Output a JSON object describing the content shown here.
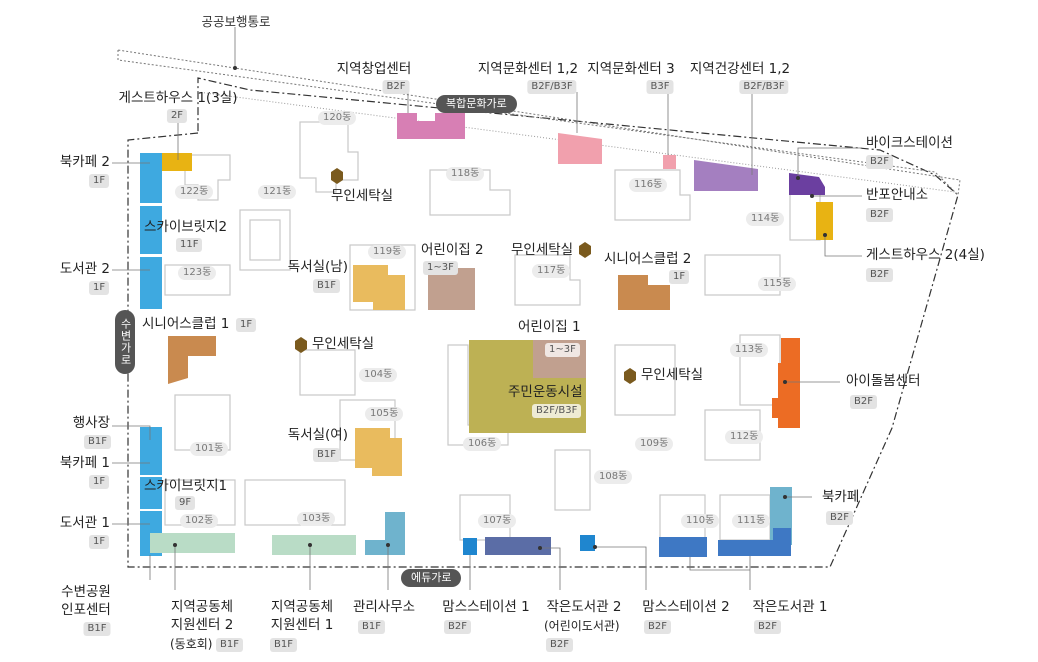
{
  "roads": {
    "public_walk": "공공보행통로",
    "complex_culture": "복합문화가로",
    "subyeon": "수변가로",
    "edu": "에듀가로"
  },
  "buildings": {
    "b101": "101동",
    "b102": "102동",
    "b103": "103동",
    "b104": "104동",
    "b105": "105동",
    "b106": "106동",
    "b107": "107동",
    "b108": "108동",
    "b109": "109동",
    "b110": "110동",
    "b111": "111동",
    "b112": "112동",
    "b113": "113동",
    "b114": "114동",
    "b115": "115동",
    "b116": "116동",
    "b117": "117동",
    "b118": "118동",
    "b119": "119동",
    "b120": "120동",
    "b121": "121동",
    "b122": "122동",
    "b123": "123동"
  },
  "facilities": {
    "changup": {
      "name": "지역창업센터",
      "floor": "B2F"
    },
    "culture12": {
      "name": "지역문화센터 1,2",
      "floor": "B2F/B3F"
    },
    "culture3": {
      "name": "지역문화센터 3",
      "floor": "B3F"
    },
    "health12": {
      "name": "지역건강센터 1,2",
      "floor": "B2F/B3F"
    },
    "guest1": {
      "name": "게스트하우스 1(3실)",
      "floor": "2F"
    },
    "bike": {
      "name": "바이크스테이션",
      "floor": "B2F"
    },
    "info": {
      "name": "반포안내소",
      "floor": "B2F"
    },
    "guest2": {
      "name": "게스트하우스 2(4실)",
      "floor": "B2F"
    },
    "cafe2": {
      "name": "북카페 2",
      "floor": "1F"
    },
    "skybridge2": {
      "name": "스카이브릿지2",
      "floor": "11F"
    },
    "library2": {
      "name": "도서관 2",
      "floor": "1F"
    },
    "senior1": {
      "name": "시니어스클럽 1",
      "floor": "1F"
    },
    "laundry1": {
      "name": "무인세탁실"
    },
    "study_m": {
      "name": "독서실(남)",
      "floor": "B1F"
    },
    "daycare2": {
      "name": "어린이집 2",
      "floor": "1~3F"
    },
    "laundry2": {
      "name": "무인세탁실"
    },
    "senior2": {
      "name": "시니어스클럽 2",
      "floor": "1F"
    },
    "daycare1": {
      "name": "어린이집 1",
      "floor": "1~3F"
    },
    "sports": {
      "name": "주민운동시설",
      "floor": "B2F/B3F"
    },
    "laundry3": {
      "name": "무인세탁실"
    },
    "laundry4": {
      "name": "무인세탁실"
    },
    "idol": {
      "name": "아이돌봄센터",
      "floor": "B2F"
    },
    "event": {
      "name": "행사장",
      "floor": "B1F"
    },
    "cafe1": {
      "name": "북카페 1",
      "floor": "1F"
    },
    "skybridge1": {
      "name": "스카이브릿지1",
      "floor": "9F"
    },
    "library1": {
      "name": "도서관 1",
      "floor": "1F"
    },
    "study_f": {
      "name": "독서실(여)",
      "floor": "B1F"
    },
    "cafe3": {
      "name": "북카페",
      "floor": "B2F"
    },
    "park_center": {
      "name1": "수변공원",
      "name2": "인포센터",
      "floor": "B1F"
    },
    "community2": {
      "name1": "지역공동체",
      "name2": "지원센터 2",
      "sub": "(동호회)",
      "floor": "B1F"
    },
    "community1": {
      "name1": "지역공동체",
      "name2": "지원센터 1",
      "floor": "B1F"
    },
    "mgmt": {
      "name": "관리사무소",
      "floor": "B1F"
    },
    "mom1": {
      "name": "맘스스테이션 1",
      "floor": "B2F"
    },
    "smalllib2": {
      "name": "작은도서관 2",
      "sub": "(어린이도서관)",
      "floor": "B2F"
    },
    "mom2": {
      "name": "맘스스테이션 2",
      "floor": "B2F"
    },
    "smalllib1": {
      "name": "작은도서관 1",
      "floor": "B2F"
    }
  },
  "colors": {
    "changup": "#d77fb4",
    "culture": "#f1a0ad",
    "health": "#a47fc0",
    "bike": "#6b3fa0",
    "guest": "#e8b313",
    "blue": "#3ea9e0",
    "brown": "#c98a4f",
    "study": "#e9bb5e",
    "daycare": "#c1a08f",
    "sports": "#bdb154",
    "idol": "#ec6c24",
    "teal": "#6fb3cd",
    "mint": "#b9dcc6",
    "navy": "#5b6da6",
    "deepblue": "#1f86cf",
    "mom2": "#3e78c4",
    "laundry": "#7a5a1e",
    "road": "#555555"
  }
}
